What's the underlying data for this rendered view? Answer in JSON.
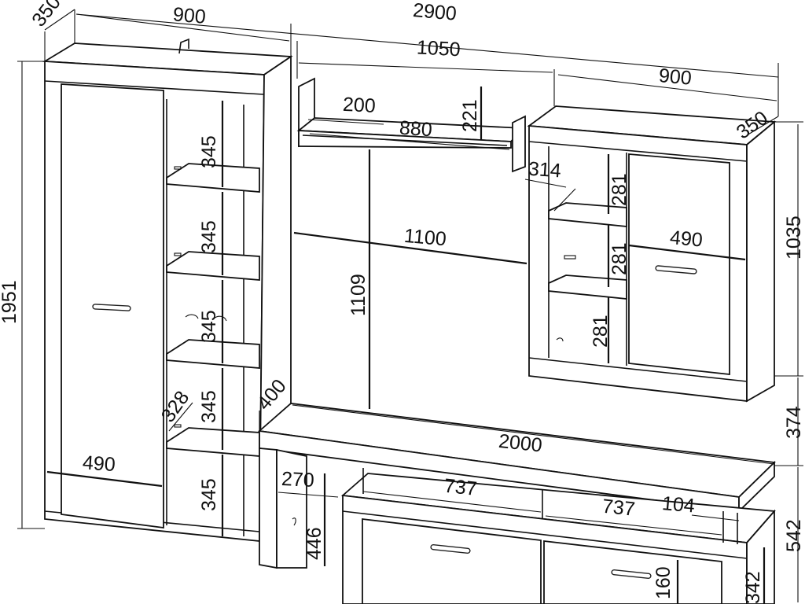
{
  "dimensions": {
    "left_depth": "350",
    "left_width": "900",
    "total_width": "2900",
    "shelf_width": "1050",
    "right_width": "900",
    "right_depth": "350",
    "total_height": "1951",
    "shelf_plank_depth": "200",
    "shelf_plank_length": "880",
    "shelf_height": "221",
    "gap_width": "1100",
    "gap_height": "1109",
    "left_shelf_1": "345",
    "left_shelf_2": "345",
    "left_shelf_3": "345",
    "left_shelf_4": "345",
    "left_shelf_5": "345",
    "left_shelf_depth": "328",
    "left_door_width": "490",
    "tv_depth": "400",
    "right_shelf_depth": "314",
    "right_shelf_1": "281",
    "right_shelf_2": "281",
    "right_shelf_3": "281",
    "right_door_width": "490",
    "right_height": "1035",
    "right_wall_gap": "374",
    "tv_width": "2000",
    "tv_open_width": "270",
    "tv_open_height": "446",
    "tv_drawer_1": "737",
    "tv_drawer_2": "737",
    "tv_step": "104",
    "tv_height": "542",
    "tv_drawer_height": "160",
    "tv_box_height": "342"
  }
}
